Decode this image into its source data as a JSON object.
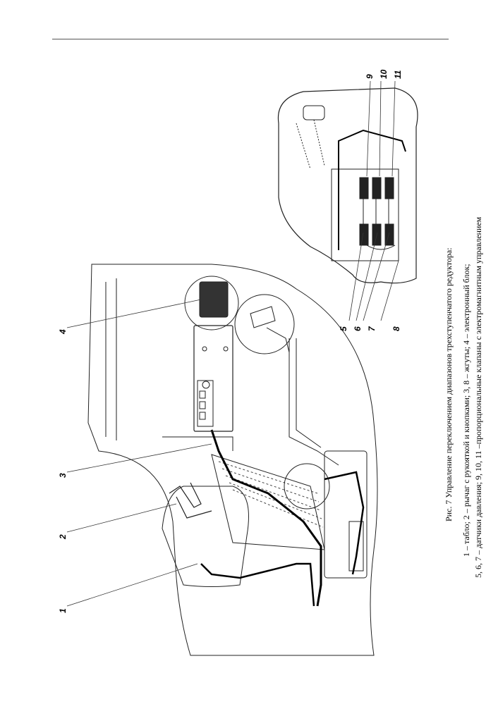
{
  "figure": {
    "title": "Рис. 7 Управление переключением диапазонов трехступенчатого редуктора:",
    "legend_line_1": "1 – табло; 2 – рычаг с рукояткой и кнопками; 3, 8 – жгуты; 4 – электронный блок;",
    "legend_line_2": "5, 6, 7 – датчики давления; 9, 10, 11 –пропорциональные клапаны с электромагнитным управлением"
  },
  "callouts": {
    "c1": "1",
    "c2": "2",
    "c3": "3",
    "c4": "4",
    "c5": "5",
    "c6": "6",
    "c7": "7",
    "c8": "8",
    "c9": "9",
    "c10": "10",
    "c11": "11"
  }
}
